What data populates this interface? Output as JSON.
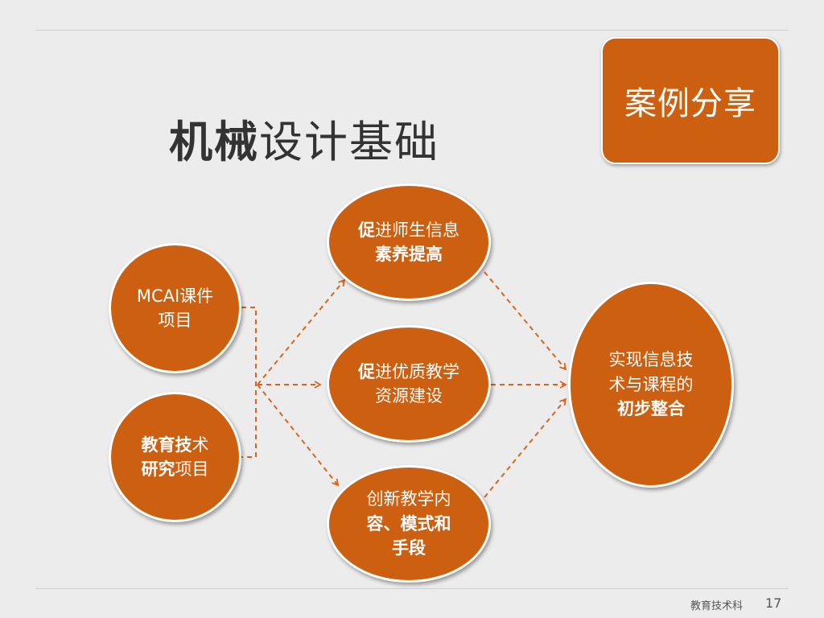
{
  "slide": {
    "badge": "案例分享",
    "title_bold": "机械",
    "title_rest": "设计基础",
    "footer_text": "教育技术科",
    "page_number": "17"
  },
  "nodes": {
    "mcai": {
      "line1": "MCAI课件",
      "line2": "项目"
    },
    "research": {
      "line1_bold": "教育技",
      "line1_rest": "术",
      "line2_bold": "研究",
      "line2_rest": "项目"
    },
    "literacy": {
      "line1_bold": "促",
      "line1_rest": "进师生信息",
      "line2": "素养提高"
    },
    "resources": {
      "line1_bold": "促",
      "line1_rest": "进优质教学",
      "line2": "资源建设"
    },
    "innovation": {
      "line1": "创新教学内",
      "line2": "容、模式和",
      "line3": "手段"
    },
    "integration": {
      "line1": "实现信息技",
      "line2": "术与课程的",
      "line3": "初步整合"
    }
  },
  "colors": {
    "node_fill": "#cd5f10",
    "arrow": "#d9651a",
    "background": "#ececec"
  }
}
